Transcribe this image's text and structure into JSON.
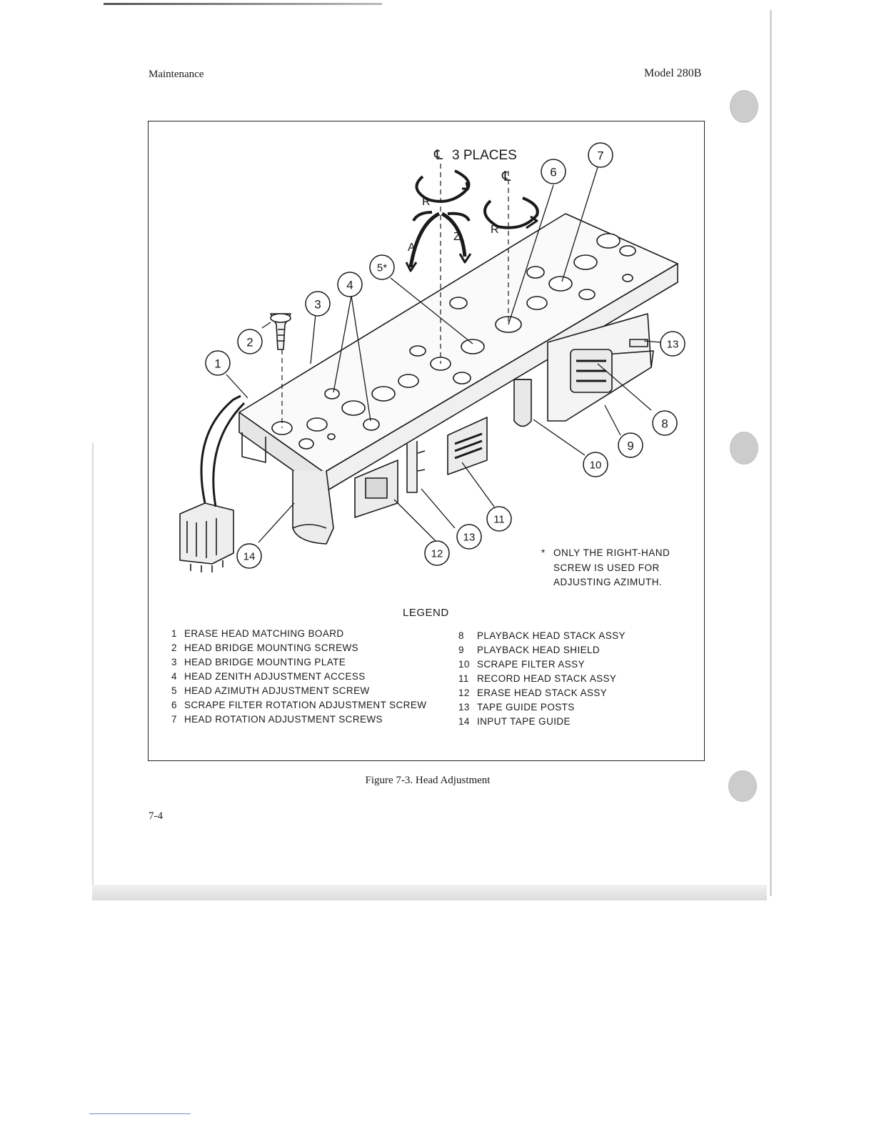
{
  "header": {
    "left": "Maintenance",
    "right": "Model 280B"
  },
  "figure": {
    "caption": "Figure 7-3. Head Adjustment",
    "labels": {
      "centerline_places": "3 PLACES",
      "cl_symbol": "℄",
      "rotation": "R",
      "azimuth": "A",
      "zenith": "Z"
    },
    "callouts": [
      "1",
      "2",
      "3",
      "4",
      "5*",
      "6",
      "7",
      "8",
      "9",
      "10",
      "11",
      "12",
      "13",
      "13",
      "14"
    ],
    "note": {
      "star": "*",
      "lines": [
        "ONLY THE RIGHT-HAND",
        "SCREW IS USED FOR",
        "ADJUSTING AZIMUTH."
      ]
    },
    "legend": {
      "title": "LEGEND",
      "left": [
        {
          "num": "1",
          "text": "ERASE HEAD MATCHING BOARD"
        },
        {
          "num": "2",
          "text": "HEAD BRIDGE MOUNTING SCREWS"
        },
        {
          "num": "3",
          "text": "HEAD BRIDGE MOUNTING PLATE"
        },
        {
          "num": "4",
          "text": "HEAD ZENITH ADJUSTMENT ACCESS"
        },
        {
          "num": "5",
          "text": "HEAD AZIMUTH ADJUSTMENT SCREW"
        },
        {
          "num": "6",
          "text": "SCRAPE FILTER ROTATION ADJUSTMENT SCREW"
        },
        {
          "num": "7",
          "text": "HEAD ROTATION ADJUSTMENT SCREWS"
        }
      ],
      "right": [
        {
          "num": "8",
          "text": "PLAYBACK HEAD STACK ASSY"
        },
        {
          "num": "9",
          "text": "PLAYBACK HEAD SHIELD"
        },
        {
          "num": "10",
          "text": "SCRAPE FILTER ASSY"
        },
        {
          "num": "11",
          "text": "RECORD HEAD STACK ASSY"
        },
        {
          "num": "12",
          "text": "ERASE HEAD STACK ASSY"
        },
        {
          "num": "13",
          "text": "TAPE GUIDE POSTS"
        },
        {
          "num": "14",
          "text": "INPUT TAPE GUIDE"
        }
      ]
    }
  },
  "footer": {
    "page_number": "7-4"
  }
}
